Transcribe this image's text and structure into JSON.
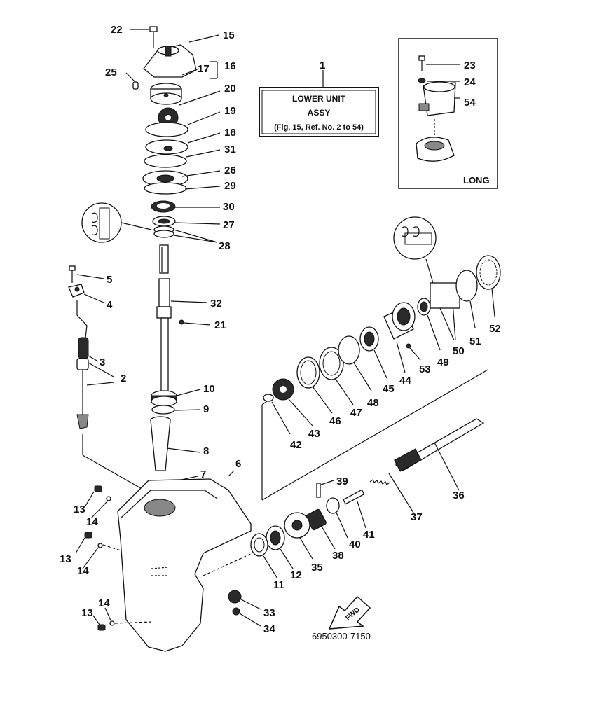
{
  "diagram_title": {
    "ref": "1",
    "line1": "LOWER UNIT",
    "line2": "ASSY",
    "line3": "(Fig. 15, Ref. No. 2 to 54)"
  },
  "inset_label": "LONG",
  "fwd_label": "FWD",
  "drawing_code": "6950300-7150",
  "callouts": {
    "c22": "22",
    "c15": "15",
    "c25": "25",
    "c17": "17",
    "c16": "16",
    "c20": "20",
    "c19": "19",
    "c18": "18",
    "c31": "31",
    "c26": "26",
    "c29": "29",
    "c30": "30",
    "c27": "27",
    "c28": "28",
    "c5": "5",
    "c4": "4",
    "c32": "32",
    "c21": "21",
    "c3": "3",
    "c2": "2",
    "c10": "10",
    "c9": "9",
    "c8": "8",
    "c7": "7",
    "c6": "6",
    "c13a": "13",
    "c14a": "14",
    "c13b": "13",
    "c14b": "14",
    "c13c": "13",
    "c14c": "14",
    "c33": "33",
    "c34": "34",
    "c11": "11",
    "c12": "12",
    "c35": "35",
    "c38": "38",
    "c40": "40",
    "c41": "41",
    "c39": "39",
    "c37": "37",
    "c36": "36",
    "c42": "42",
    "c43": "43",
    "c46": "46",
    "c47": "47",
    "c48": "48",
    "c45": "45",
    "c44": "44",
    "c53": "53",
    "c49": "49",
    "c50": "50",
    "c51": "51",
    "c52": "52",
    "c23": "23",
    "c24": "24",
    "c54": "54"
  }
}
